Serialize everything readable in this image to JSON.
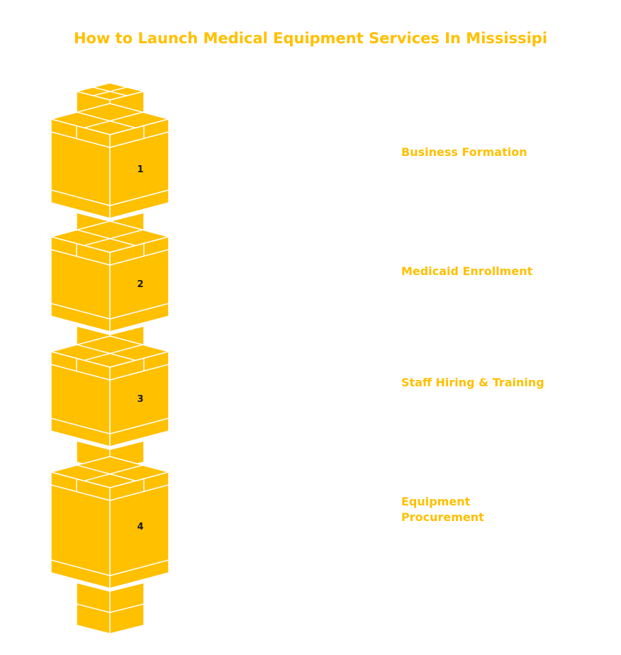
{
  "title": "How to Launch Medical Equipment Services In Mississipi",
  "colors": {
    "block": "#FFC000",
    "lines": "#FFFFFF",
    "text": "#FFC000",
    "number": "#1a1a1a"
  },
  "steps": [
    {
      "number": "1",
      "label": "Business Formation"
    },
    {
      "number": "2",
      "label": "Medicaid Enrollment"
    },
    {
      "number": "3",
      "label": "Staff Hiring & Training"
    },
    {
      "number": "4",
      "label": "Equipment Procurement"
    }
  ]
}
